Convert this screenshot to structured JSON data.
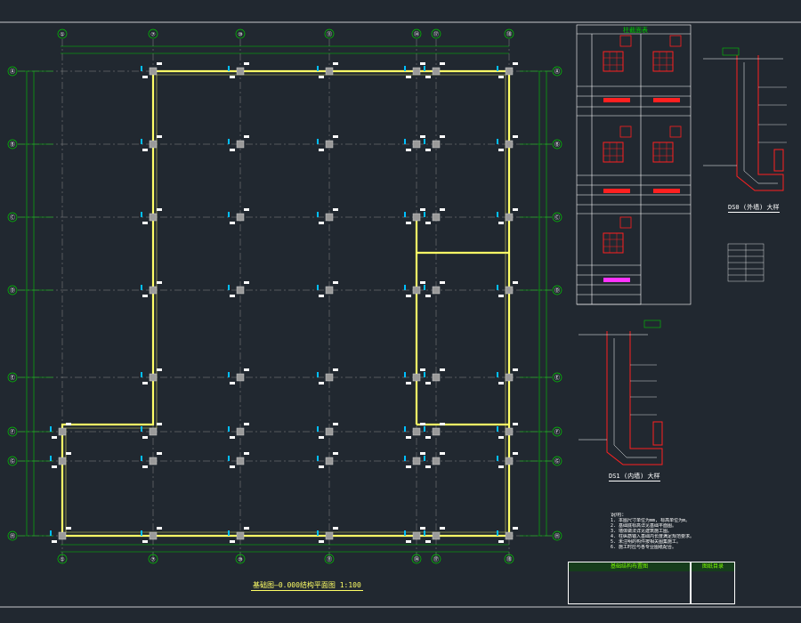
{
  "drawing": {
    "grid_top": [
      "①",
      "⑦",
      "⑩",
      "⑪",
      "⑭",
      "⑰",
      "⑱"
    ],
    "grid_side": [
      "Ⓐ",
      "Ⓑ",
      "Ⓒ",
      "Ⓓ",
      "Ⓔ",
      "Ⓕ",
      "Ⓖ",
      "Ⓗ"
    ],
    "plan_title": "基础图—0.000结构平面图 1:100",
    "detail_1_title": "DS0 (外墙) 大样",
    "detail_2_title": "DS1 (内墙) 大样",
    "table_header": "柱截面表",
    "notes_title": "说明:",
    "notes": [
      "1. 本图尺寸单位为mm, 标高单位为m。",
      "2. 基础底标高详见基础平面图。",
      "3. 墙体做法详见建筑施工图。",
      "4. 柱纵筋锚入基础内长度满足规范要求。",
      "5. 未注明的构件按相关图集施工。",
      "6. 施工时应与各专业图纸配合。"
    ],
    "title_block_header": "基础结构布置图",
    "small_block_header": "图纸目录"
  },
  "colors": {
    "background": "#212830",
    "grid": "#00c800",
    "axis_dash": "#8a8a8a",
    "wall": "#ffff66",
    "column": "#9a9a9a",
    "label": "#00bfff",
    "rebar": "#ff2020",
    "frame": "#ffffff"
  }
}
